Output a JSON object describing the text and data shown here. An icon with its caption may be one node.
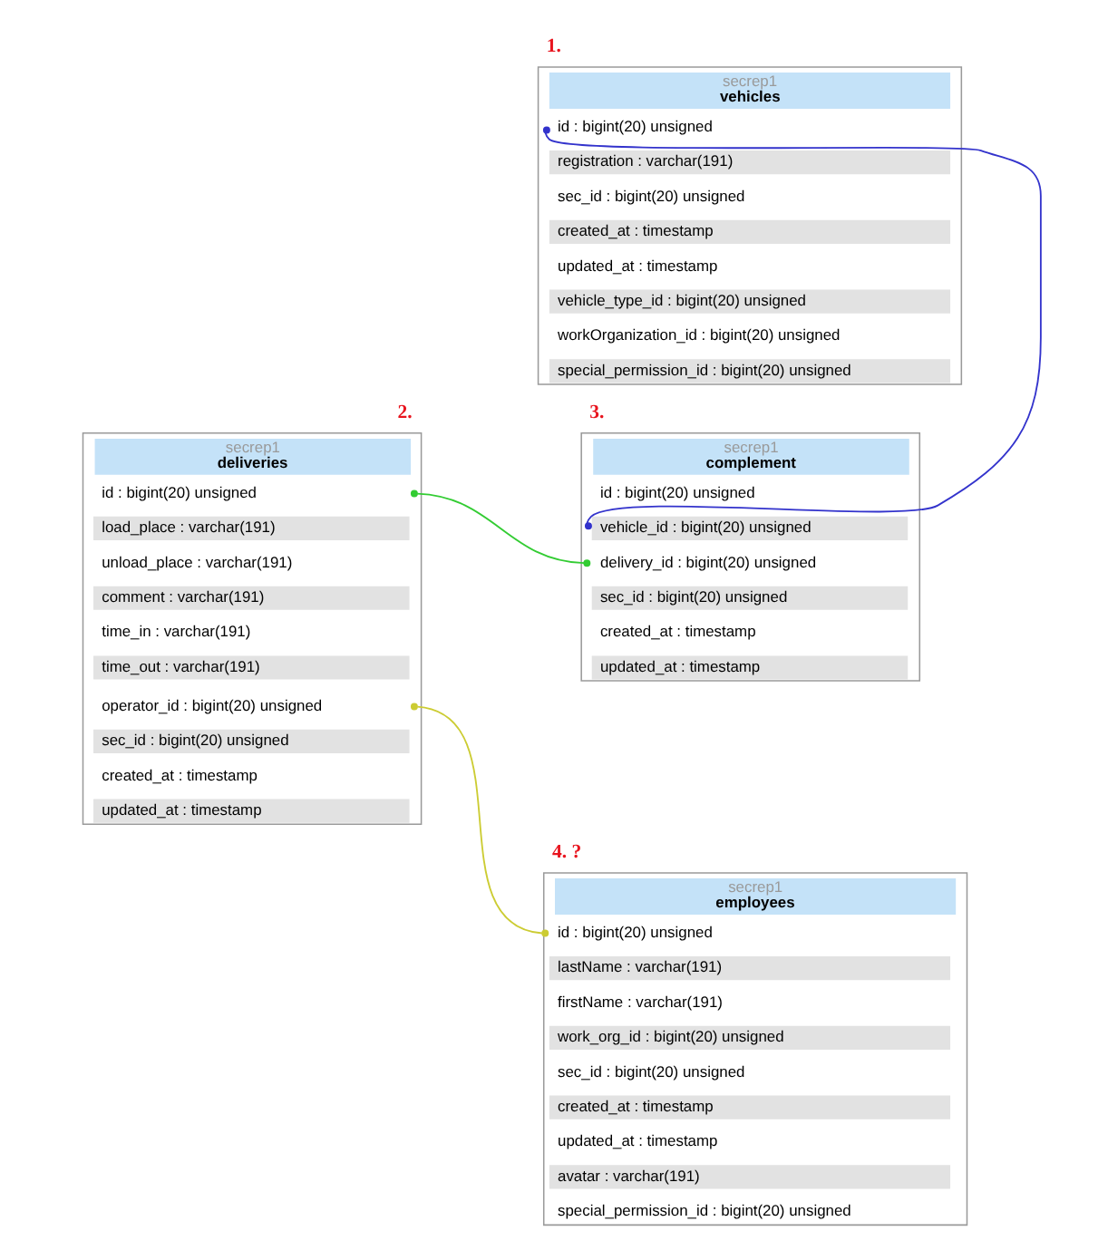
{
  "diagram": {
    "nodes": [
      {
        "text": [
          "secrep1",
          "vehicles"
        ],
        "beside": [
          "1."
        ]
      },
      {
        "text": [
          "id : bigint(20) unsigned"
        ],
        "in": 0
      },
      {
        "text": [
          "registration : varchar(191)"
        ],
        "in": 0
      },
      {
        "text": [
          "sec_id : bigint(20) unsigned"
        ],
        "in": 0
      },
      {
        "text": [
          "created_at : timestamp"
        ],
        "in": 0
      },
      {
        "text": [
          "updated_at : timestamp"
        ],
        "in": 0
      },
      {
        "text": [
          "vehicle_type_id : bigint(20) unsigned"
        ],
        "in": 0
      },
      {
        "text": [
          "workOrganization_id : bigint(20) unsigned"
        ],
        "in": 0
      },
      {
        "text": [
          "special_permission_id : bigint(20) unsigned"
        ],
        "in": 0
      },
      {
        "text": [
          "secrep1",
          "deliveries"
        ],
        "beside": [
          "2."
        ]
      },
      {
        "text": [
          "id : bigint(20) unsigned"
        ],
        "in": 9
      },
      {
        "text": [
          "load_place : varchar(191)"
        ],
        "in": 9
      },
      {
        "text": [
          "unload_place : varchar(191)"
        ],
        "in": 9
      },
      {
        "text": [
          "comment : varchar(191)"
        ],
        "in": 9
      },
      {
        "text": [
          "time_in : varchar(191)"
        ],
        "in": 9
      },
      {
        "text": [
          "time_out : varchar(191)"
        ],
        "in": 9
      },
      {
        "text": [
          "operator_id : bigint(20) unsigned"
        ],
        "in": 9
      },
      {
        "text": [
          "sec_id : bigint(20) unsigned"
        ],
        "in": 9
      },
      {
        "text": [
          "created_at : timestamp"
        ],
        "in": 9
      },
      {
        "text": [
          "updated_at : timestamp"
        ],
        "in": 9
      },
      {
        "text": [
          "secrep1",
          "complement"
        ],
        "beside": [
          "3."
        ]
      },
      {
        "text": [
          "id : bigint(20) unsigned"
        ],
        "in": 20
      },
      {
        "text": [
          "vehicle_id : bigint(20) unsigned"
        ],
        "in": 20
      },
      {
        "text": [
          "delivery_id : bigint(20) unsigned"
        ],
        "in": 20
      },
      {
        "text": [
          "sec_id : bigint(20) unsigned"
        ],
        "in": 20
      },
      {
        "text": [
          "created_at : timestamp"
        ],
        "in": 20
      },
      {
        "text": [
          "updated_at : timestamp"
        ],
        "in": 20
      },
      {
        "text": [
          "secrep1",
          "employees"
        ],
        "beside": [
          "4. ?"
        ]
      },
      {
        "text": [
          "id : bigint(20) unsigned"
        ],
        "in": 27
      },
      {
        "text": [
          "lastName : varchar(191)"
        ],
        "in": 27
      },
      {
        "text": [
          "firstName : varchar(191)"
        ],
        "in": 27
      },
      {
        "text": [
          "work_org_id : bigint(20) unsigned"
        ],
        "in": 27
      },
      {
        "text": [
          "sec_id : bigint(20) unsigned"
        ],
        "in": 27
      },
      {
        "text": [
          "created_at : timestamp"
        ],
        "in": 27
      },
      {
        "text": [
          "updated_at : timestamp"
        ],
        "in": 27
      },
      {
        "text": [
          "avatar : varchar(191)"
        ],
        "in": 27
      },
      {
        "text": [
          "special_permission_id : bigint(20) unsigned"
        ],
        "in": 27
      }
    ],
    "edges": [
      {
        "from": 1,
        "to": 22,
        "arrow": "other",
        "color": "#3333cc"
      },
      {
        "from": 10,
        "to": 23,
        "arrow": "other",
        "color": "#33cc33"
      },
      {
        "from": 16,
        "to": 28,
        "arrow": "other",
        "color": "#cccc33"
      }
    ]
  }
}
